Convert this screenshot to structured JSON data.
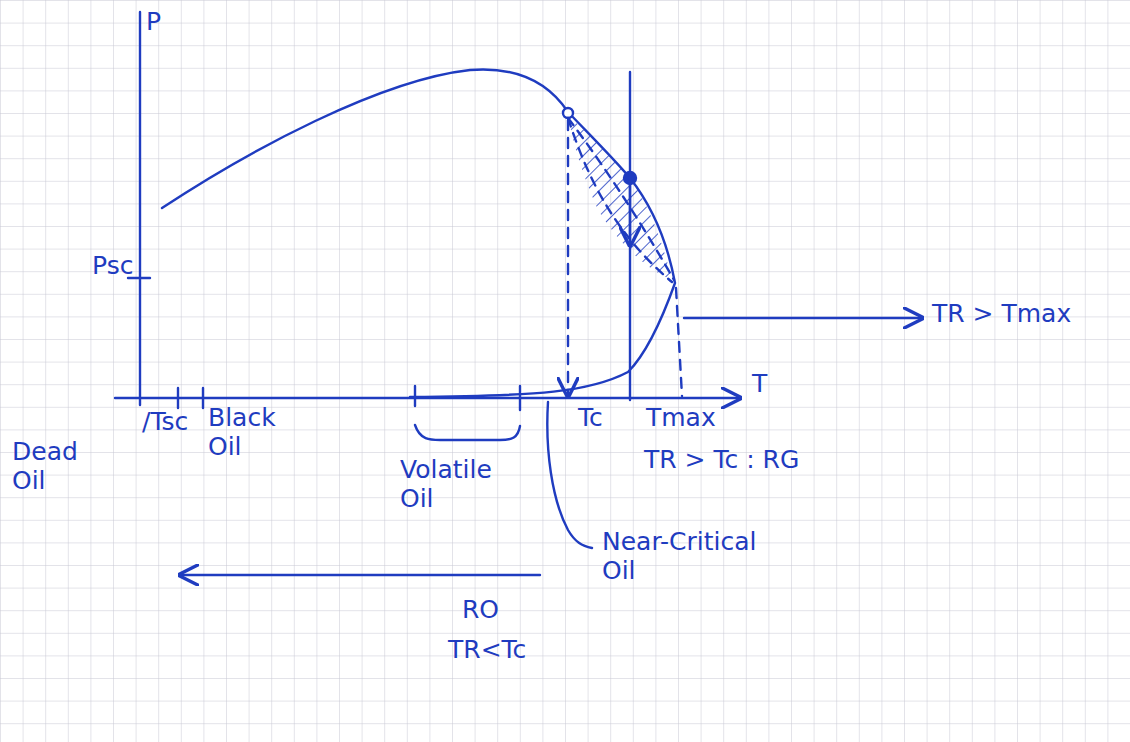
{
  "diagram": {
    "labels": [
      "P",
      "Psc",
      "/Tsc",
      "Black Oil",
      "T",
      "Tc",
      "Tmax",
      "TR > Tmax",
      "TR > Tc : RG",
      "Dead Oil",
      "Volatile Oil",
      "Near-Critical Oil",
      "RO",
      "TR<Tc"
    ]
  }
}
